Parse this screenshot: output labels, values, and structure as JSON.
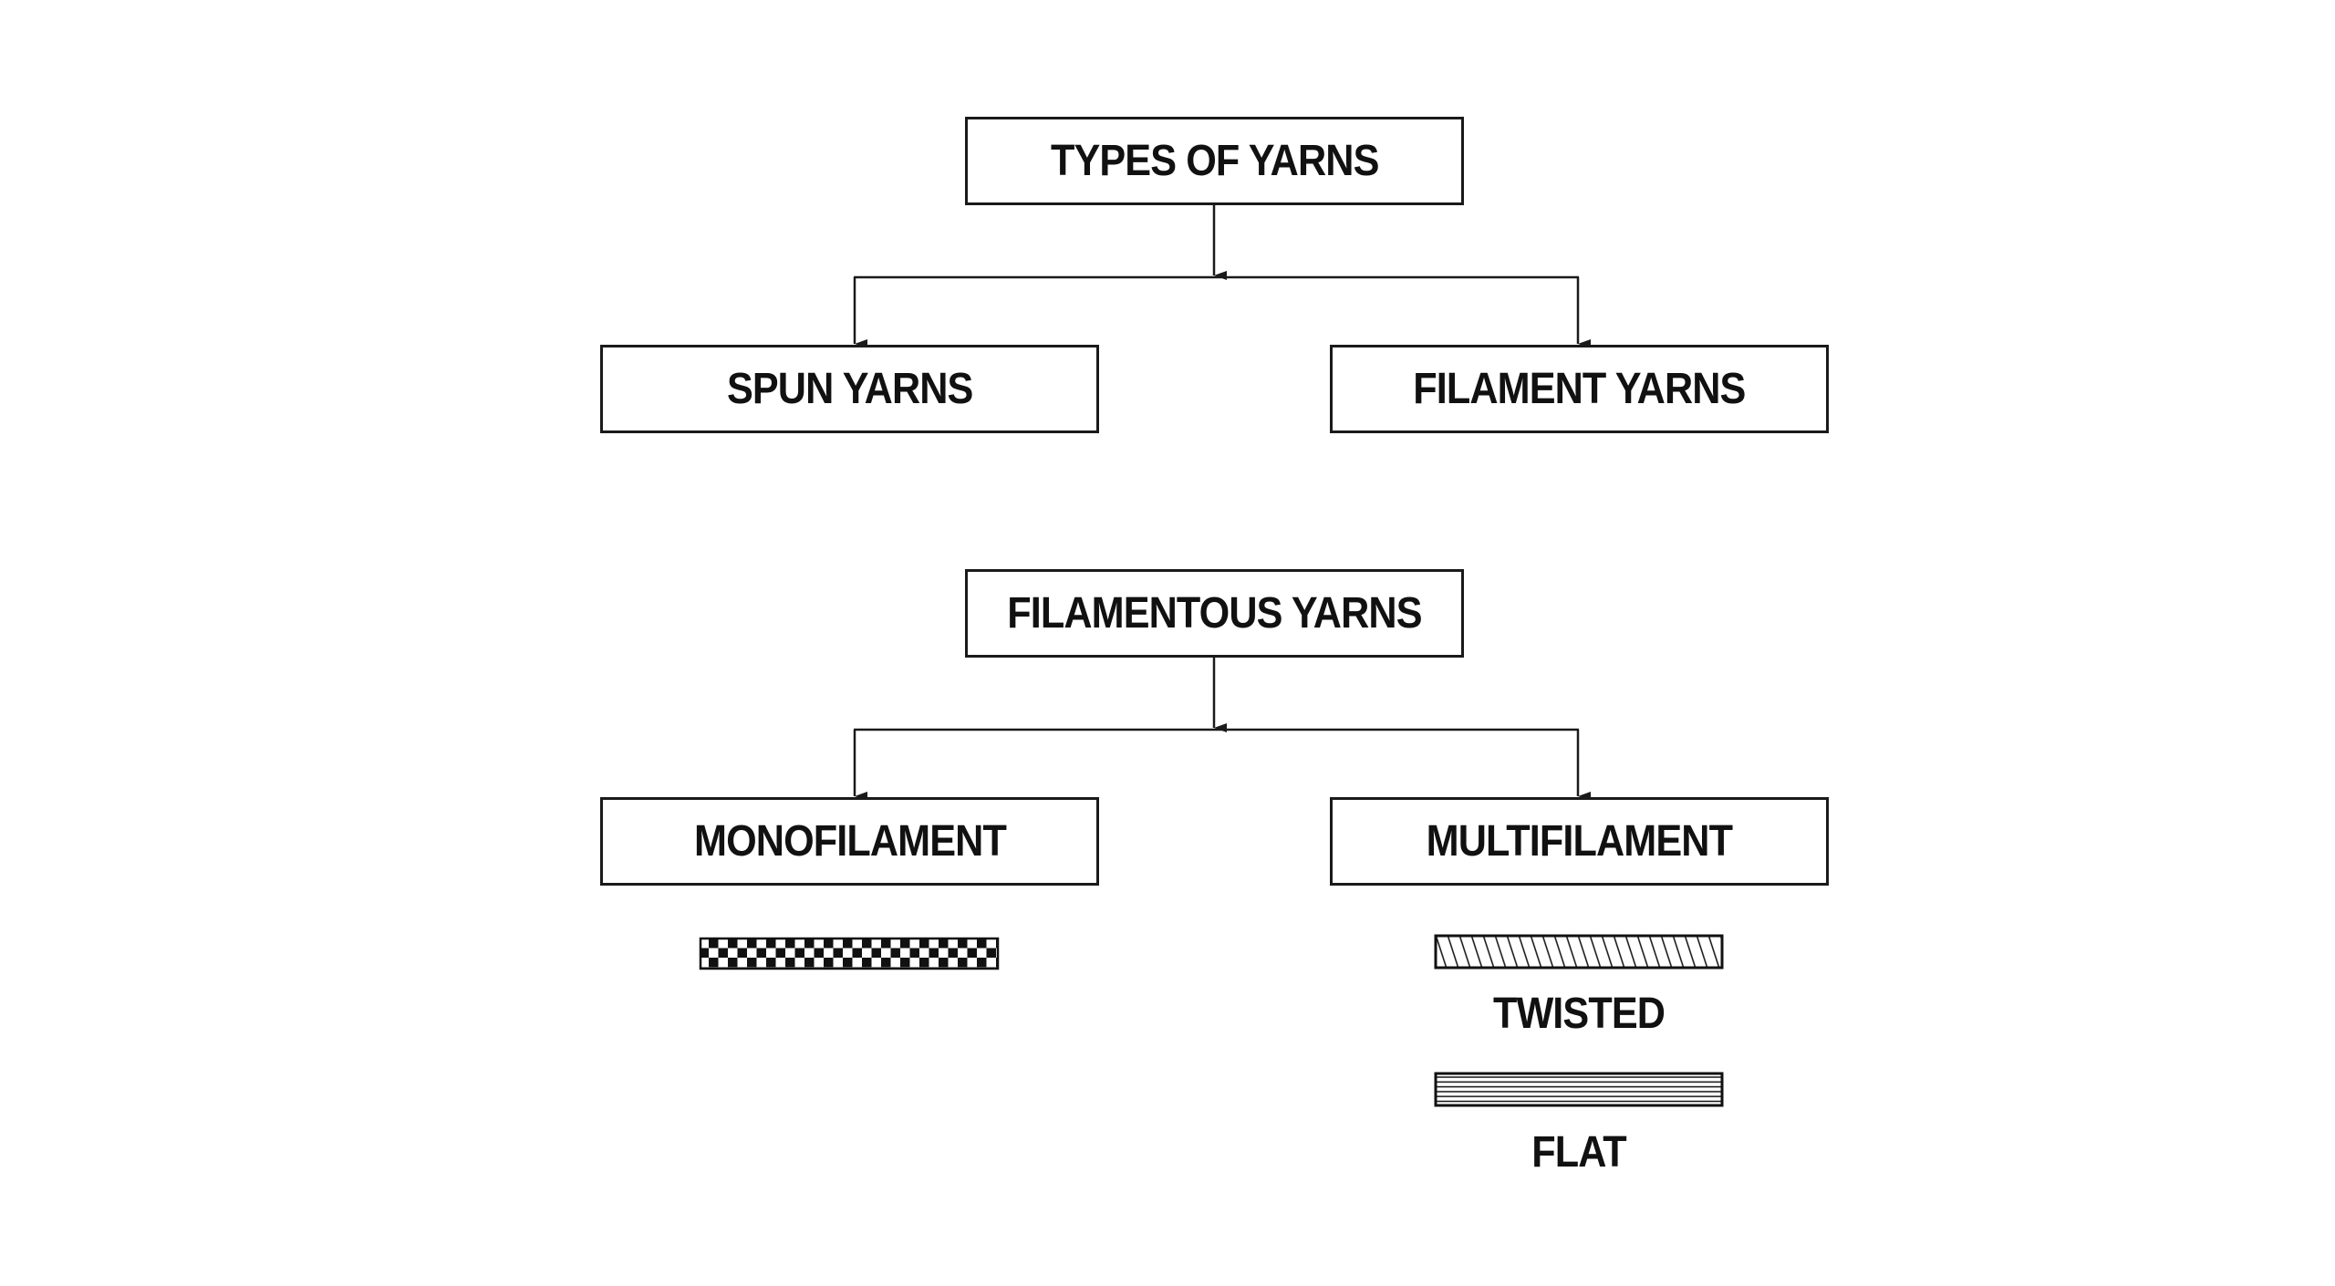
{
  "diagrams": [
    {
      "id": "types",
      "root": {
        "label": "TYPES OF YARNS"
      },
      "children": [
        {
          "label": "SPUN YARNS"
        },
        {
          "label": "FILAMENT YARNS"
        }
      ]
    },
    {
      "id": "filamentous",
      "root": {
        "label": "FILAMENTOUS YARNS"
      },
      "children": [
        {
          "label": "MONOFILAMENT"
        },
        {
          "label": "MULTIFILAMENT"
        }
      ]
    }
  ],
  "swatches": {
    "monofilament": {
      "pattern": "checkerboard",
      "label": ""
    },
    "twisted": {
      "pattern": "diagonal-hatch",
      "label": "TWISTED"
    },
    "flat": {
      "pattern": "horizontal-stripes",
      "label": "FLAT"
    }
  },
  "colors": {
    "line": "#1a1a1a",
    "background": "#ffffff",
    "text": "#111111"
  }
}
